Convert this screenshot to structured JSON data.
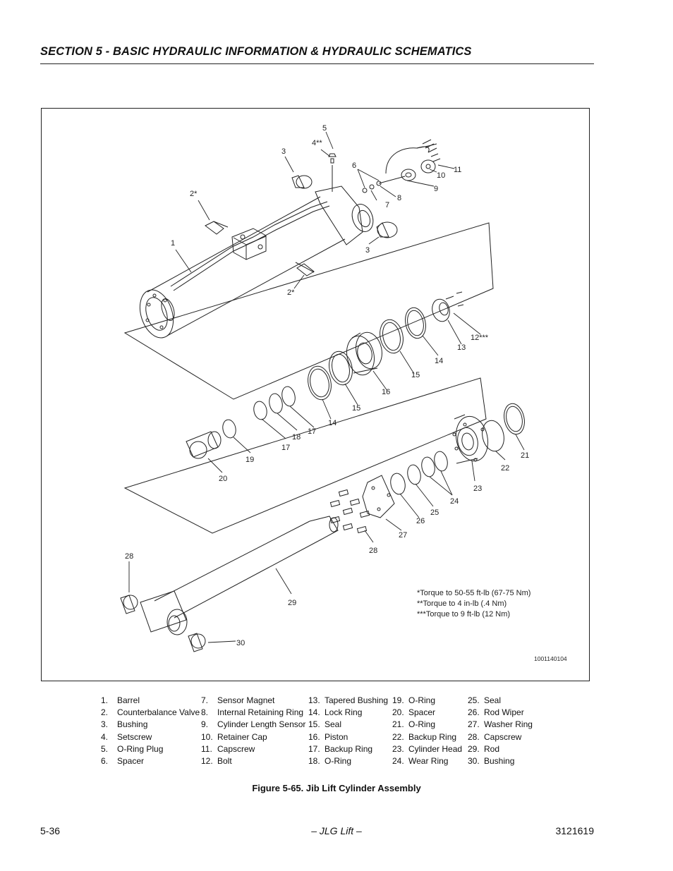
{
  "header": {
    "section_title": "SECTION 5 - BASIC HYDRAULIC INFORMATION & HYDRAULIC SCHEMATICS"
  },
  "figure": {
    "callouts": [
      "1",
      "2*",
      "2*",
      "3",
      "3",
      "4**",
      "5",
      "6",
      "7",
      "8",
      "9",
      "10",
      "11",
      "12***",
      "13",
      "14",
      "14",
      "15",
      "15",
      "16",
      "17",
      "17",
      "18",
      "19",
      "20",
      "21",
      "22",
      "23",
      "24",
      "25",
      "26",
      "27",
      "28",
      "28",
      "29",
      "30"
    ],
    "torque_notes": [
      "*Torque to 50-55 ft-lb (67-75 Nm)",
      "**Torque to 4 in-lb (.4 Nm)",
      "***Torque to 9 ft-lb (12 Nm)"
    ],
    "drawing_id": "1001140104"
  },
  "legend": {
    "columns": [
      [
        {
          "n": "1.",
          "t": "Barrel"
        },
        {
          "n": "2.",
          "t": "Counterbalance Valve"
        },
        {
          "n": "3.",
          "t": "Bushing"
        },
        {
          "n": "4.",
          "t": "Setscrew"
        },
        {
          "n": "5.",
          "t": "O-Ring Plug"
        },
        {
          "n": "6.",
          "t": "Spacer"
        }
      ],
      [
        {
          "n": "7.",
          "t": "Sensor Magnet"
        },
        {
          "n": "8.",
          "t": "Internal Retaining Ring"
        },
        {
          "n": "9.",
          "t": "Cylinder Length Sensor"
        },
        {
          "n": "10.",
          "t": "Retainer Cap"
        },
        {
          "n": "11.",
          "t": "Capscrew"
        },
        {
          "n": "12.",
          "t": "Bolt"
        }
      ],
      [
        {
          "n": "13.",
          "t": "Tapered Bushing"
        },
        {
          "n": "14.",
          "t": "Lock Ring"
        },
        {
          "n": "15.",
          "t": "Seal"
        },
        {
          "n": "16.",
          "t": "Piston"
        },
        {
          "n": "17.",
          "t": "Backup Ring"
        },
        {
          "n": "18.",
          "t": "O-Ring"
        }
      ],
      [
        {
          "n": "19.",
          "t": "O-Ring"
        },
        {
          "n": "20.",
          "t": "Spacer"
        },
        {
          "n": "21.",
          "t": "O-Ring"
        },
        {
          "n": "22.",
          "t": "Backup Ring"
        },
        {
          "n": "23.",
          "t": "Cylinder Head"
        },
        {
          "n": "24.",
          "t": "Wear Ring"
        }
      ],
      [
        {
          "n": "25.",
          "t": "Seal"
        },
        {
          "n": "26.",
          "t": "Rod Wiper"
        },
        {
          "n": "27.",
          "t": "Washer Ring"
        },
        {
          "n": "28.",
          "t": "Capscrew"
        },
        {
          "n": "29.",
          "t": "Rod"
        },
        {
          "n": "30.",
          "t": "Bushing"
        }
      ]
    ]
  },
  "caption": "Figure 5-65.  Jib Lift Cylinder Assembly",
  "footer": {
    "page_number": "5-36",
    "center": "– JLG Lift –",
    "doc_number": "3121619"
  }
}
